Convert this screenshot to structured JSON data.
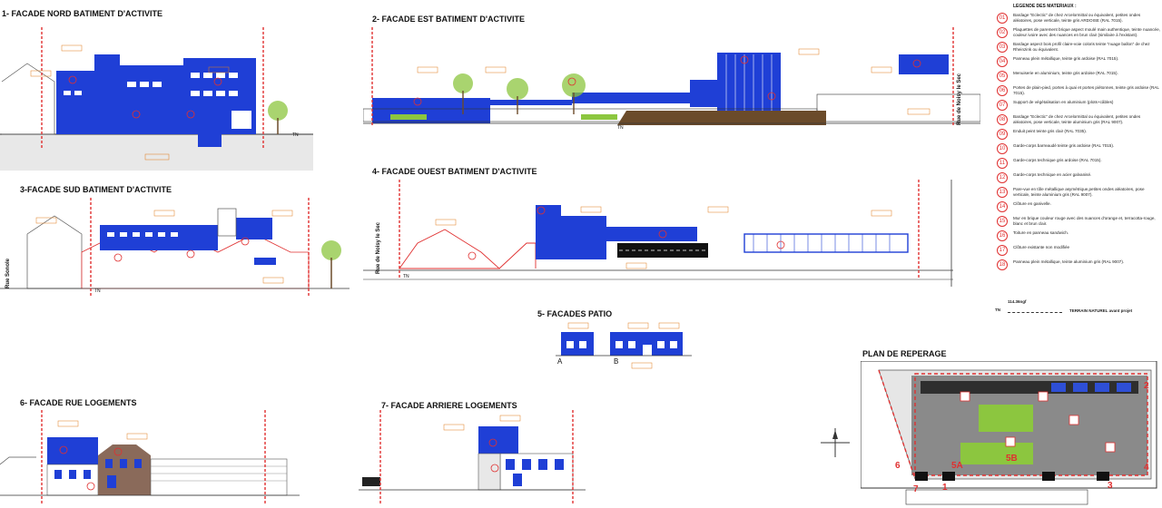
{
  "titles": {
    "f1": "1- FACADE NORD  BATIMENT D'ACTIVITE",
    "f2": "2- FACADE EST BATIMENT D'ACTIVITE",
    "f3": "3-FACADE SUD BATIMENT D'ACTIVITE",
    "f4": "4- FACADE OUEST  BATIMENT D'ACTIVITE",
    "f5": "5- FACADES PATIO",
    "f6": "6- FACADE RUE LOGEMENTS",
    "f7": "7- FACADE ARRIERE LOGEMENTS",
    "plan": "PLAN DE REPERAGE"
  },
  "labels": {
    "tn": "TN",
    "rue_sonole": "Rue Sonole",
    "rue_noisy_east": "Rue de Noisy le Sec",
    "rue_noisy_west": "Rue de Noisy le Sec",
    "patio_a": "A",
    "patio_b": "B",
    "plan_markers": [
      "1",
      "2",
      "3",
      "4",
      "5A",
      "5B",
      "6",
      "7"
    ]
  },
  "legend": {
    "heading": "LEGENDE DES MATERIAUX :",
    "items": [
      {
        "num": "01",
        "text": "Bardage \"Eclectic\" de chez Arcelormittal ou équivalent, petites ondes aléatoires, pose verticale, teinte gris ARDOISE (RAL 7015)."
      },
      {
        "num": "02",
        "text": "Plaquettes de parement brique aspect moulé main authentique, teinte nuancée, couleur ivoire avec des nuances en brun clair (similaire à l'existant)."
      },
      {
        "num": "03",
        "text": "Bardage aspect bois profil claire-voie coloris teinte \"nuage ballon\" de chez Rheinzink ou équivalent."
      },
      {
        "num": "04",
        "text": "Panneau plein métallique, teinte gris ardoise (RAL 7015)."
      },
      {
        "num": "05",
        "text": "Menuiserie en aluminium, teinte gris ardoise (RAL 7015)."
      },
      {
        "num": "06",
        "text": "Portes de plain-pied, portes à quai et portes piétonnes, teinte gris ardoise (RAL 7015)."
      },
      {
        "num": "07",
        "text": "Support de végétalisation en aluminium (plots+câbles)"
      },
      {
        "num": "08",
        "text": "Bardage \"Eclectic\" de chez Arcelormittal ou équivalent, petites ondes aléatoires, pose verticale, teinte aluminium gris (RAL 9007)."
      },
      {
        "num": "09",
        "text": "Enduit peint teinte gris clair (RAL 7035)."
      },
      {
        "num": "10",
        "text": "Garde-corps barreaudé teinte gris ardoise (RAL 7015)."
      },
      {
        "num": "11",
        "text": "Garde-corps technique gris ardoise (RAL 7015)."
      },
      {
        "num": "12",
        "text": "Garde-corps technique en acier galvanisé."
      },
      {
        "num": "13",
        "text": "Pare-vue en tôle métallique asymétrique,petites ondes aléatoires, pose verticale, teinte aluminium gris (RAL 9007)."
      },
      {
        "num": "14",
        "text": "Clôture en ganivelle."
      },
      {
        "num": "15",
        "text": "Mur en brique couleur rouge avec des nuances d'orange et, terracotta-rouge, blanc et brun clair."
      },
      {
        "num": "16",
        "text": "Toiture en panneau sandwich."
      },
      {
        "num": "17",
        "text": "Clôture existante non modifiée"
      },
      {
        "num": "18",
        "text": "Panneau plein métallique, teinte aluminium gris (RAL 9007)."
      }
    ],
    "tn_level": "114.36ngf",
    "tn_label": "TN",
    "tn_text": "TERRAIN NATUREL avant projet"
  },
  "colors": {
    "building_blue": "#1f3fd6",
    "dark_blue": "#0d1f8a",
    "red_marker": "#e03030",
    "orange_note": "#e07a1a",
    "tree_green": "#8cc63f",
    "ground": "#cfcfcf"
  }
}
